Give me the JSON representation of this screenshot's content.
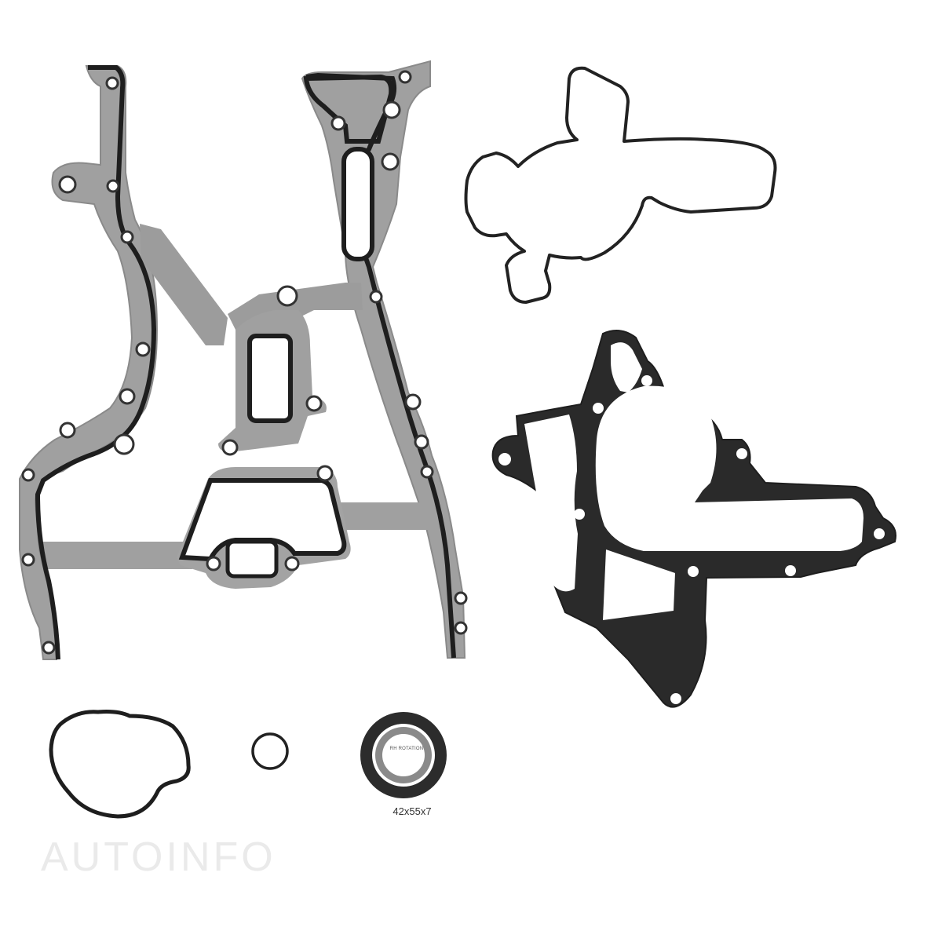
{
  "image": {
    "subject": "Engine timing cover gasket set",
    "background_color": "#ffffff"
  },
  "parts": [
    {
      "id": "timing-cover-gasket",
      "description": "Large timing cover gasket (grey steel with black rubber bead)"
    },
    {
      "id": "water-pump-outline-gasket",
      "description": "Thin water pump outline seal"
    },
    {
      "id": "water-pump-gasket",
      "description": "Black water pump gasket"
    },
    {
      "id": "oval-o-ring",
      "description": "Irregular O-ring seal"
    },
    {
      "id": "small-o-ring",
      "description": "Small round O-ring"
    },
    {
      "id": "crankshaft-seal",
      "description": "Crankshaft oil seal",
      "label": "RH ROTATION",
      "size": "42x55x7"
    }
  ],
  "labels": {
    "seal_rotation": "RH ROTATION",
    "seal_size": "42x55x7"
  },
  "watermark": {
    "text": "AUTOINFO"
  },
  "colors": {
    "steel": "#9a9a9a",
    "rubber": "#222222",
    "outline": "#2a2a2a",
    "watermark": "#eaeaea"
  }
}
